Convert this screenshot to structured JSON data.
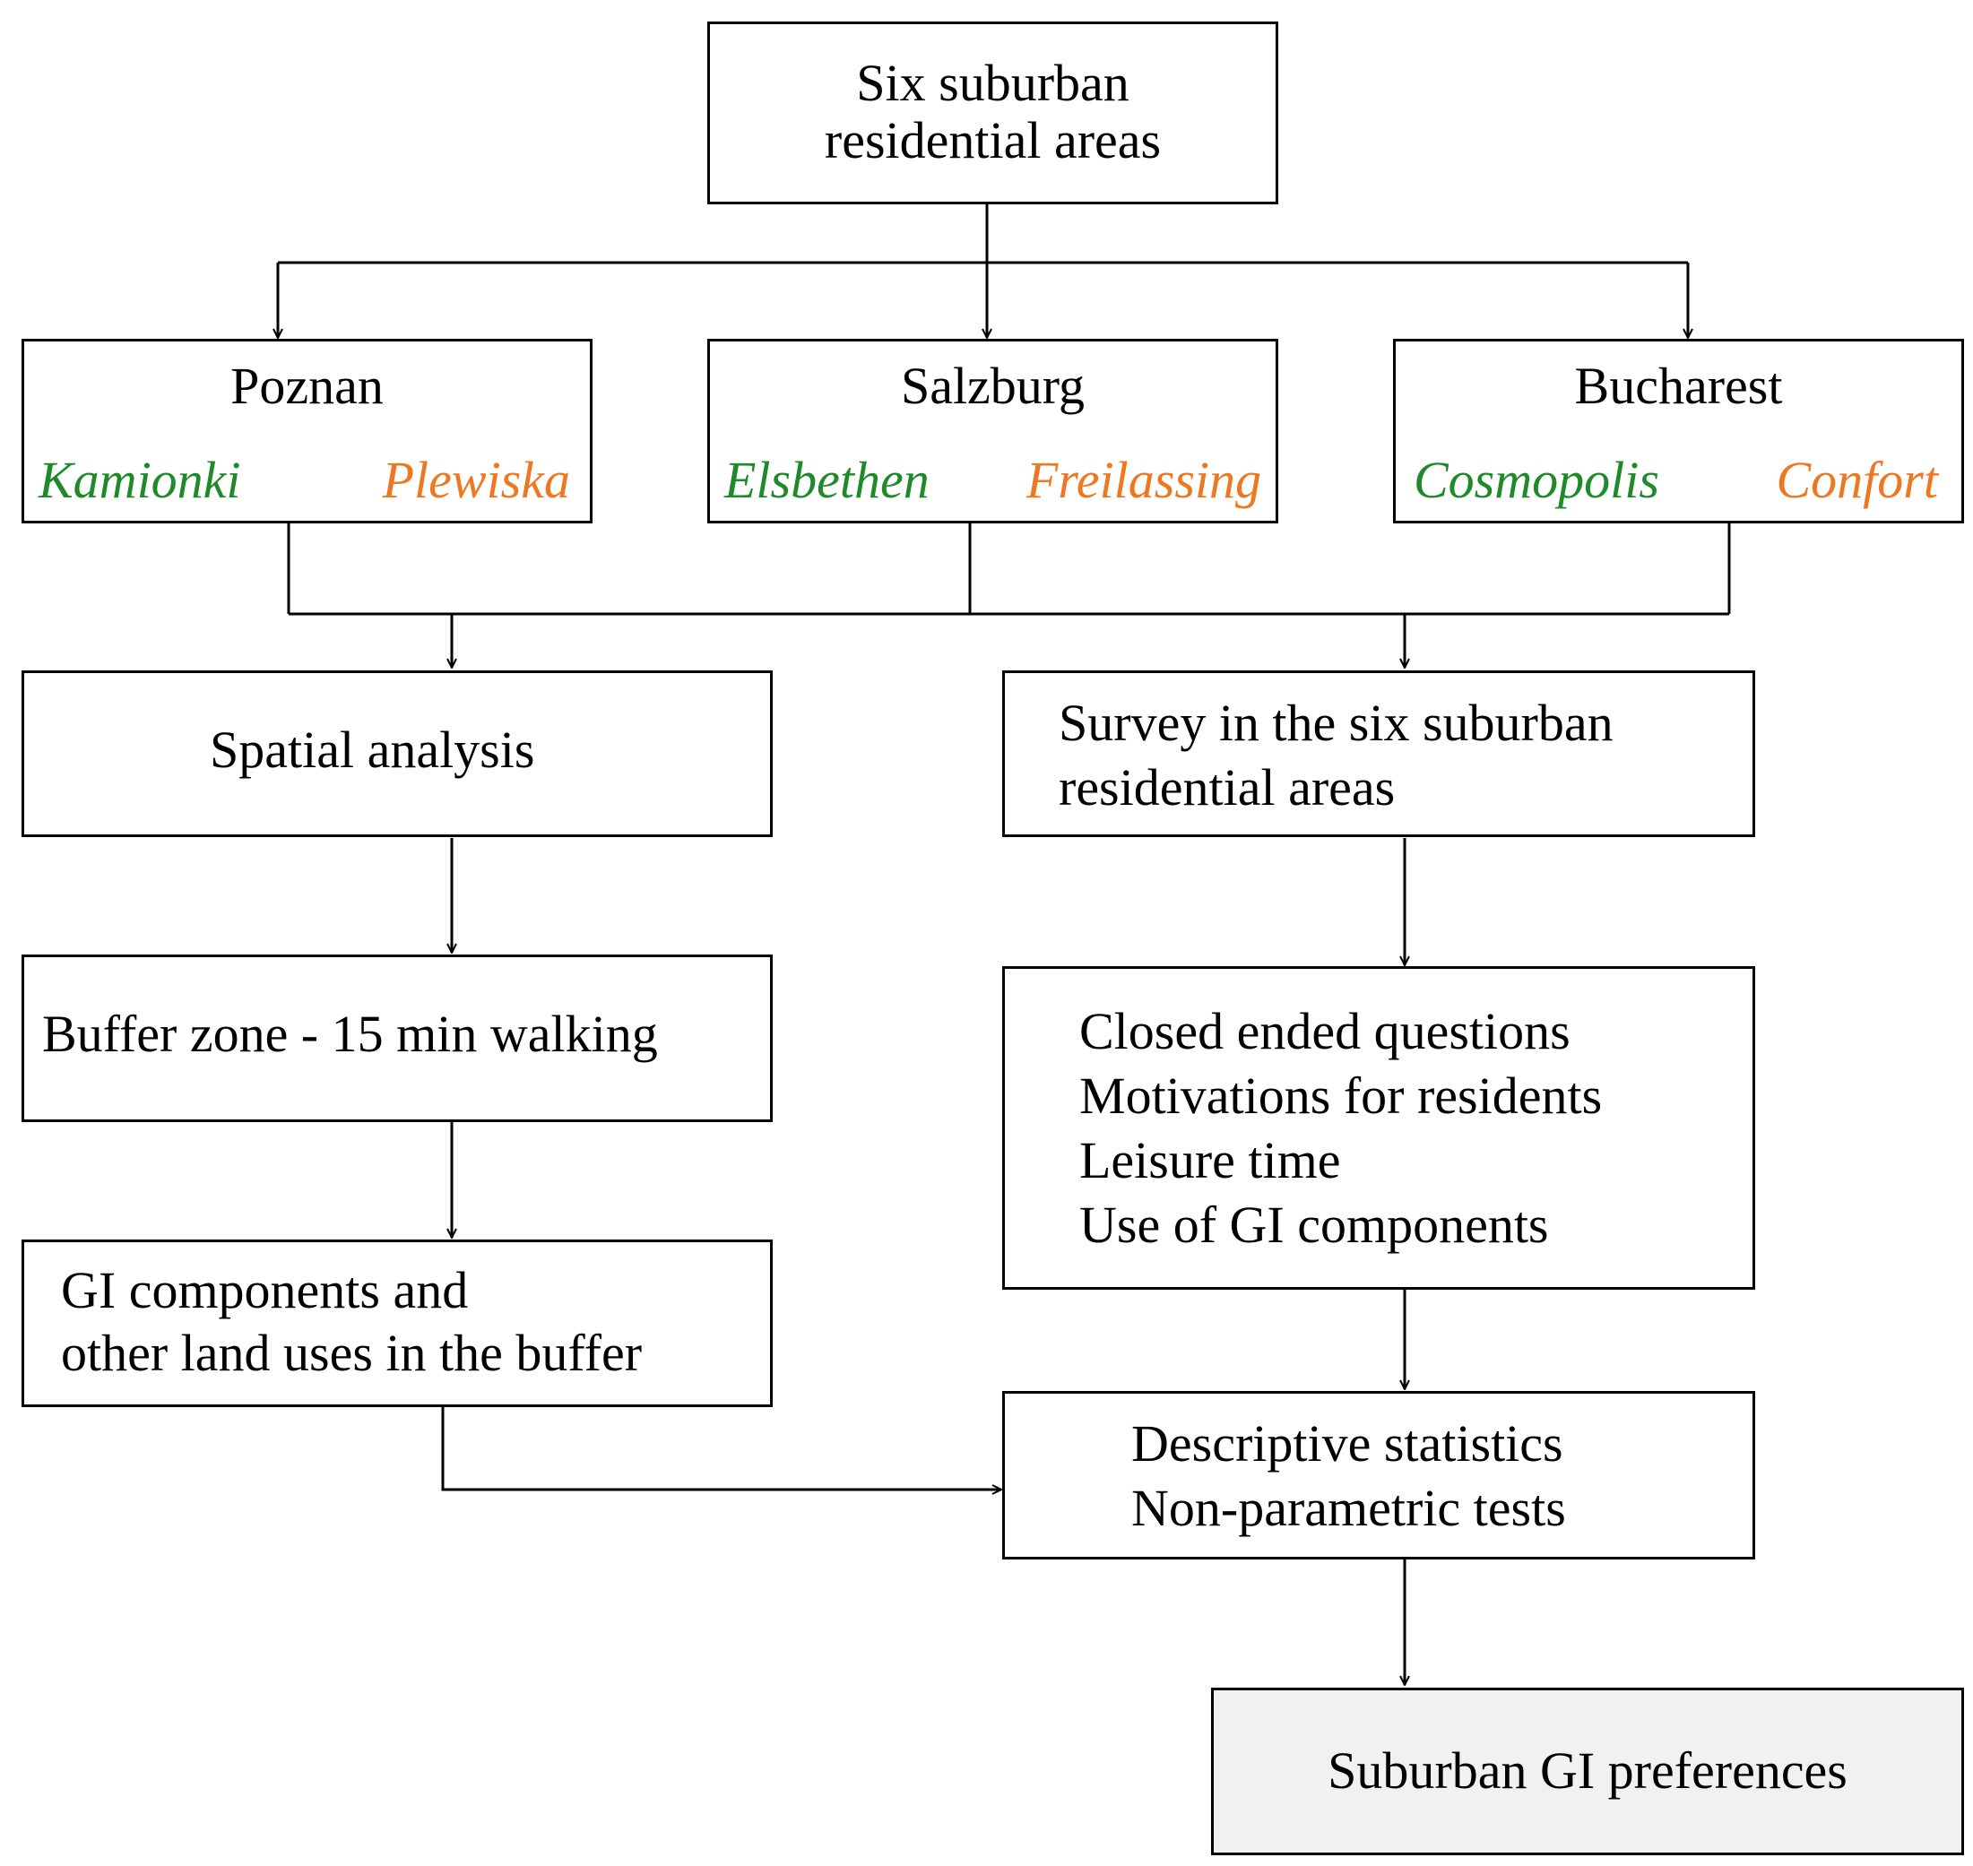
{
  "top": {
    "line1": "Six suburban",
    "line2": "residential areas"
  },
  "cities": [
    {
      "name": "Poznan",
      "area_green": "Kamionki",
      "area_orange": "Plewiska"
    },
    {
      "name": "Salzburg",
      "area_green": "Elsbethen",
      "area_orange": "Freilassing"
    },
    {
      "name": "Bucharest",
      "area_green": "Cosmopolis",
      "area_orange": "Confort"
    }
  ],
  "left_branch": {
    "spatial": "Spatial analysis",
    "buffer": "Buffer zone - 15 min walking",
    "gi_line1": "GI components and",
    "gi_line2": "other land uses in the buffer"
  },
  "right_branch": {
    "survey_line1": "Survey in the six suburban",
    "survey_line2": "residential areas",
    "questions": [
      "Closed ended questions",
      "Motivations for residents",
      "Leisure time",
      "Use of GI components"
    ],
    "stats_line1": "Descriptive statistics",
    "stats_line2": "Non-parametric tests"
  },
  "result": "Suburban GI preferences",
  "colors": {
    "green": "#1e8a2a",
    "orange": "#ee7722",
    "result_fill": "#f1f1f1"
  }
}
